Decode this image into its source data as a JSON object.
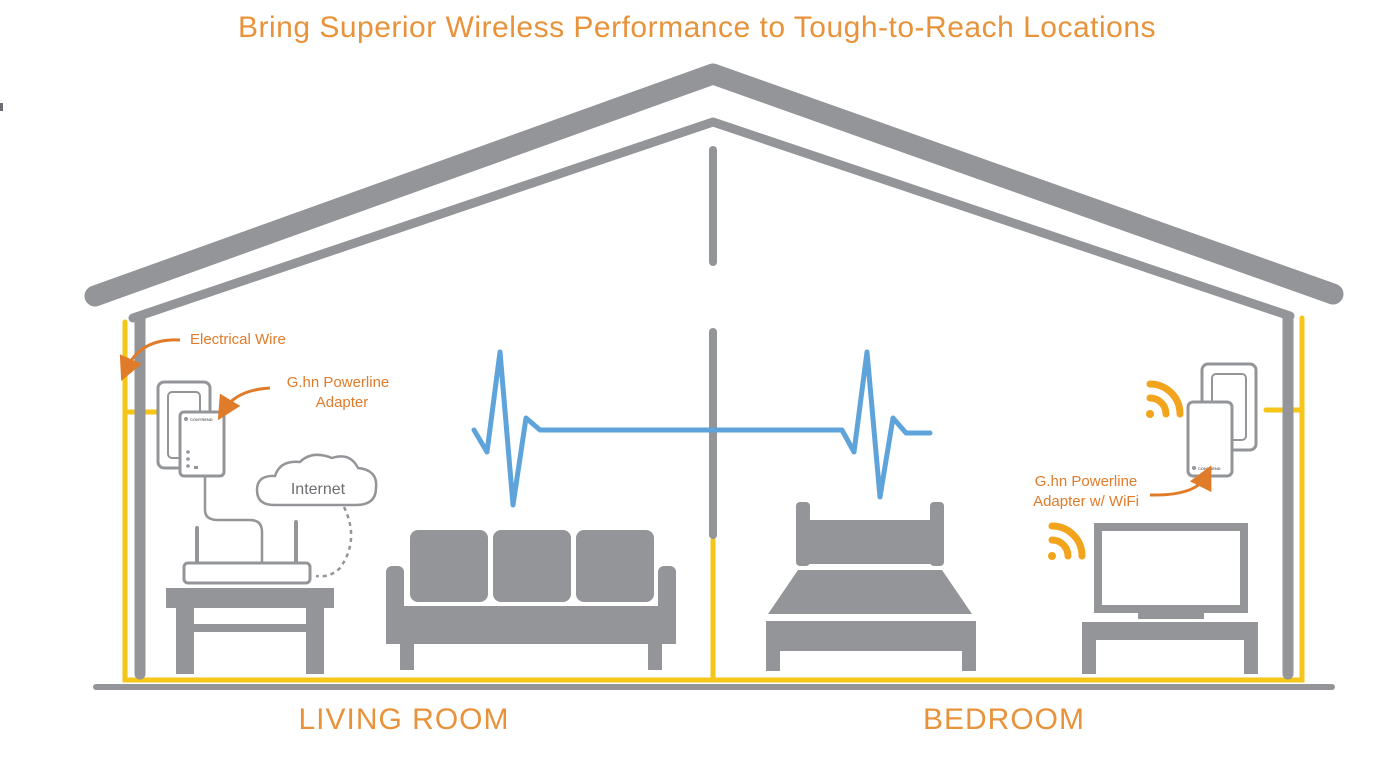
{
  "title": "Bring Superior Wireless Performance to Tough-to-Reach Locations",
  "rooms": {
    "left": "LIVING ROOM",
    "right": "BEDROOM"
  },
  "callouts": {
    "electrical_wire": "Electrical Wire",
    "adapter_left_line1": "G.hn Powerline",
    "adapter_left_line2": "Adapter",
    "adapter_right_line1": "G.hn Powerline",
    "adapter_right_line2": "Adapter w/ WiFi"
  },
  "cloud_label": "Internet",
  "adapter_brand": "CONTREND",
  "icons": {
    "wifi_left": "wifi-signal-icon",
    "wifi_right": "wifi-signal-icon",
    "cloud": "cloud-icon",
    "router": "router-icon",
    "sofa": "sofa-icon",
    "bed": "bed-icon",
    "tv": "tv-icon"
  },
  "colors": {
    "title": "#e8923a",
    "house": "#939598",
    "wire": "#f5c518",
    "signal": "#5ea4db",
    "callout": "#e07b2a",
    "wifi": "#f2a51c"
  }
}
